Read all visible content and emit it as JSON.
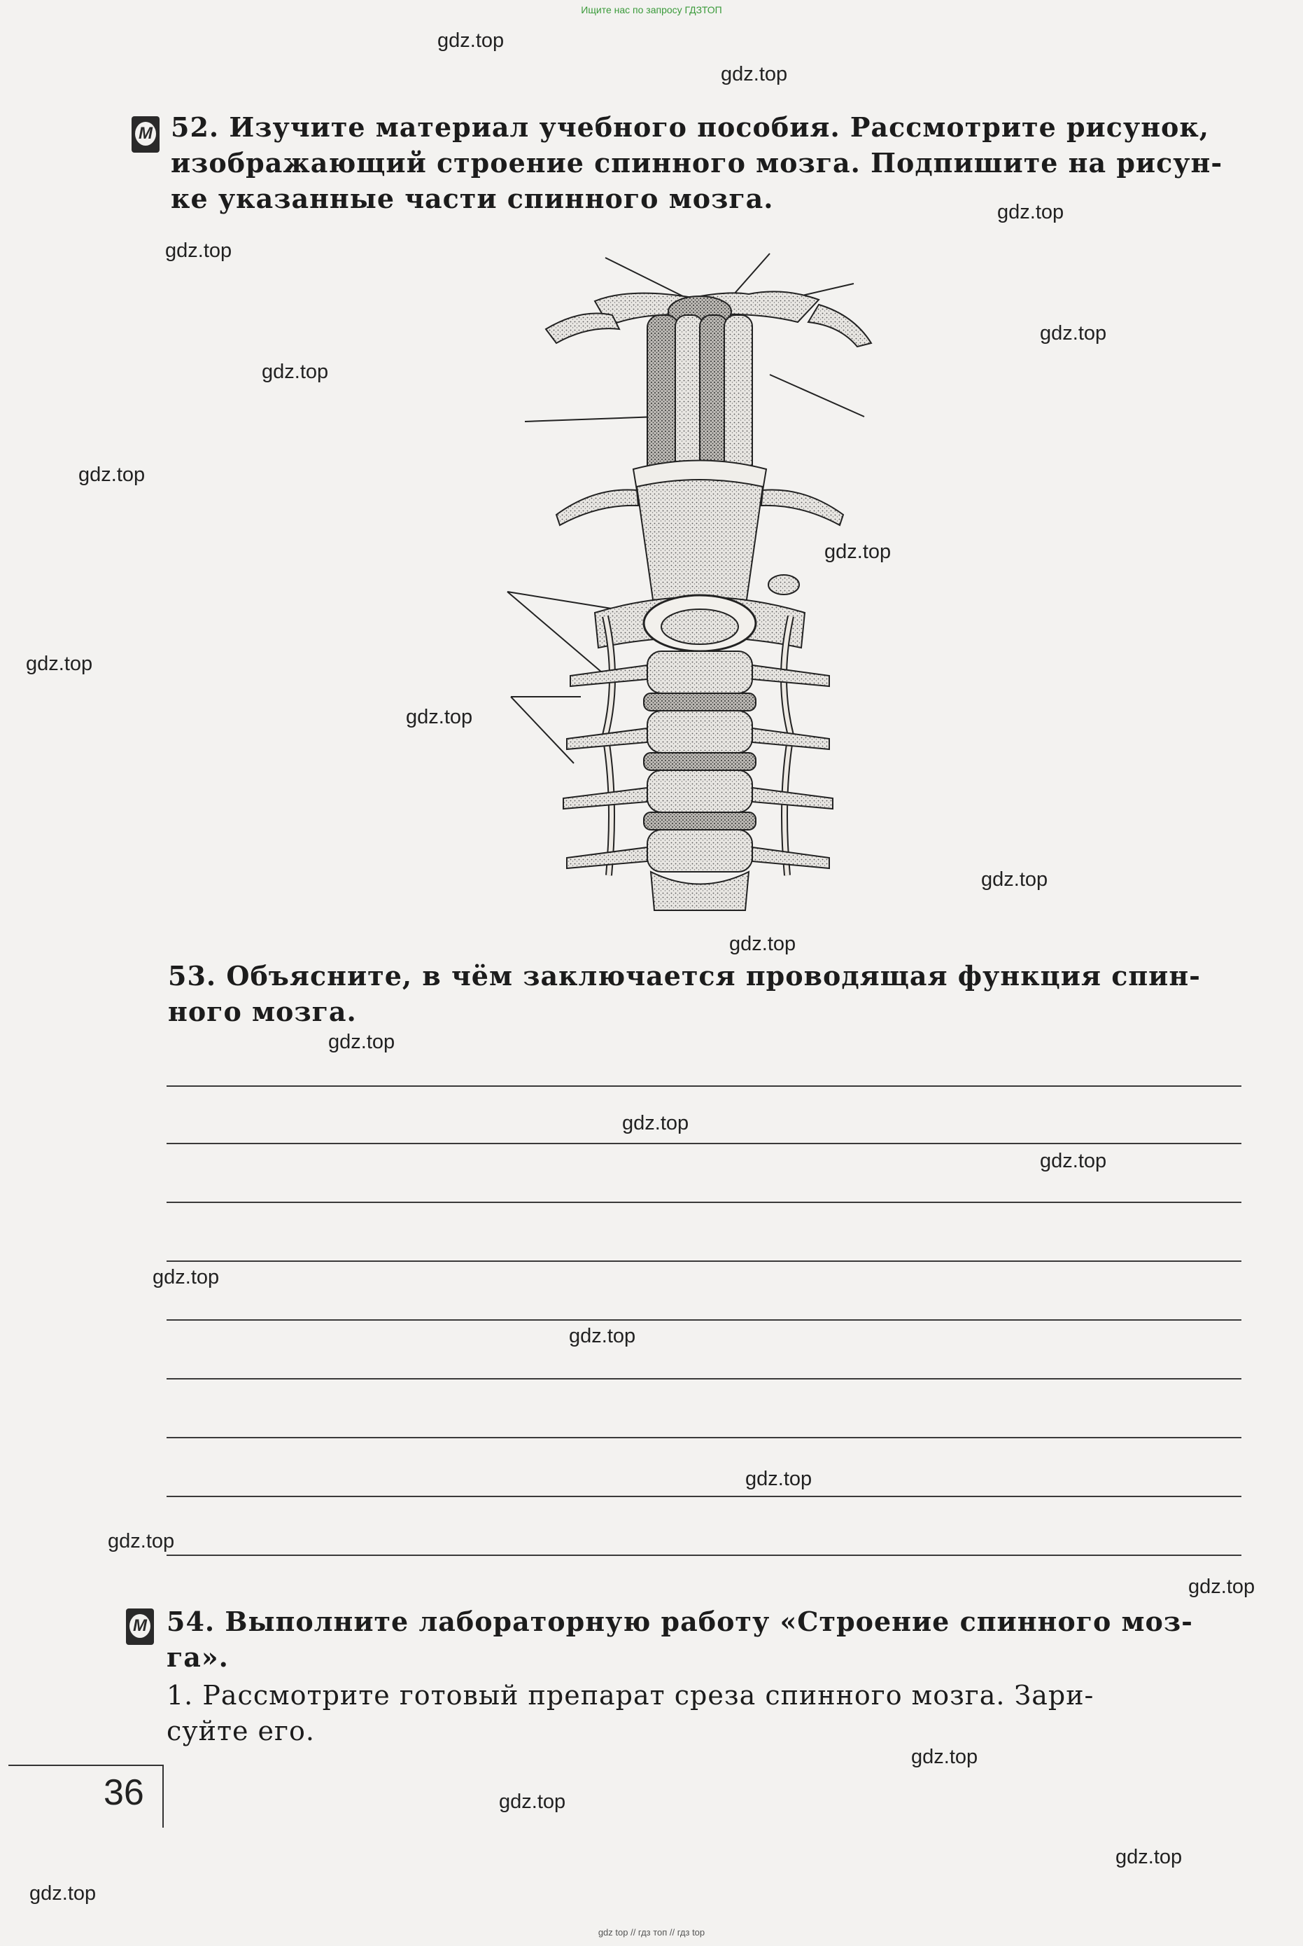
{
  "banner_top": "Ищите нас по запросу ГДЗТОП",
  "banner_bottom": "gdz top // гдз топ // гдз top",
  "watermark": "gdz.top",
  "tasks": {
    "t52": {
      "icon_letter": "M",
      "lines": [
        "52. Изучите материал учебного пособия. Рассмотрите рисунок,",
        "изображающий строение спинного мозга. Подпишите на рисун-",
        "ке указанные части спинного мозга."
      ]
    },
    "t53": {
      "lines": [
        "53. Объясните, в чём заключается проводящая функция спин-",
        "ного мозга."
      ]
    },
    "t54": {
      "icon_letter": "M",
      "lines": [
        "54. Выполните лабораторную работу «Строение спинного моз-",
        "га»."
      ],
      "step_lines": [
        "1. Рассмотрите готовый препарат среза спинного мозга. Зари-",
        "суйте его."
      ]
    }
  },
  "page_number": "36",
  "colors": {
    "ink": "#1c1c1c",
    "paper": "#f3f2f0",
    "banner_green": "#3a9a3a"
  }
}
